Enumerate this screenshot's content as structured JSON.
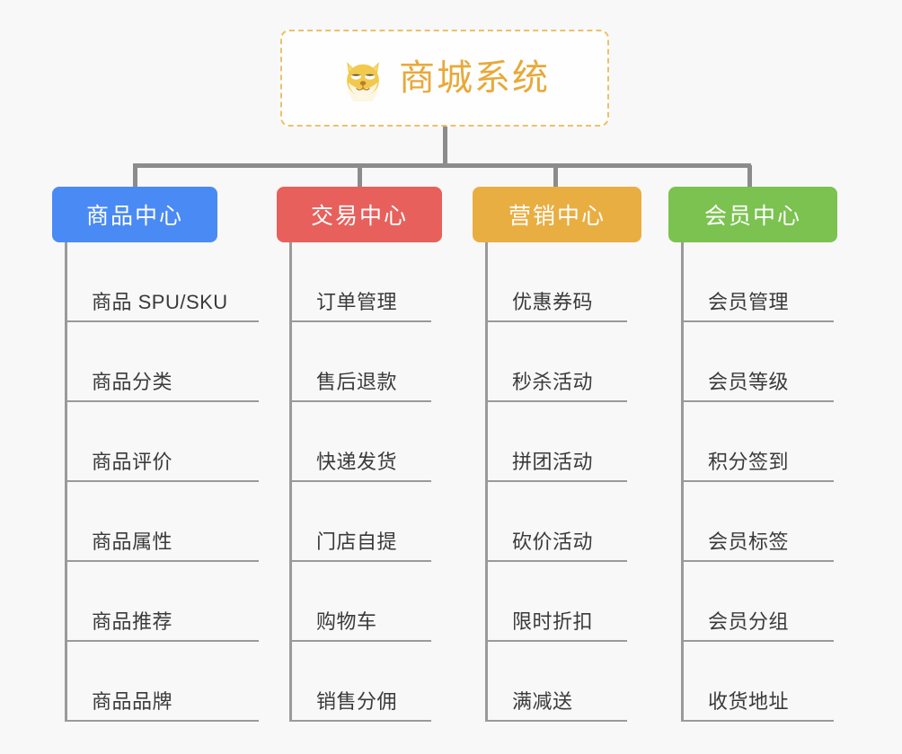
{
  "diagram": {
    "title": "商城系统",
    "root_icon": "shiba-dog-face-icon",
    "colors": {
      "background": "#f8f8f8",
      "root_border": "#edc06a",
      "root_text": "#e8a93a",
      "connector": "#8c8c8c",
      "item_text": "#3a3a3a",
      "item_rule": "#9a9a9a"
    },
    "columns": [
      {
        "label": "商品中心",
        "color": "#4a8af4",
        "items": [
          "商品 SPU/SKU",
          "商品分类",
          "商品评价",
          "商品属性",
          "商品推荐",
          "商品品牌"
        ]
      },
      {
        "label": "交易中心",
        "color": "#e8605c",
        "items": [
          "订单管理",
          "售后退款",
          "快递发货",
          "门店自提",
          "购物车",
          "销售分佣"
        ]
      },
      {
        "label": "营销中心",
        "color": "#e9ae42",
        "items": [
          "优惠券码",
          "秒杀活动",
          "拼团活动",
          "砍价活动",
          "限时折扣",
          "满减送"
        ]
      },
      {
        "label": "会员中心",
        "color": "#7bc250",
        "items": [
          "会员管理",
          "会员等级",
          "积分签到",
          "会员标签",
          "会员分组",
          "收货地址"
        ]
      }
    ]
  }
}
